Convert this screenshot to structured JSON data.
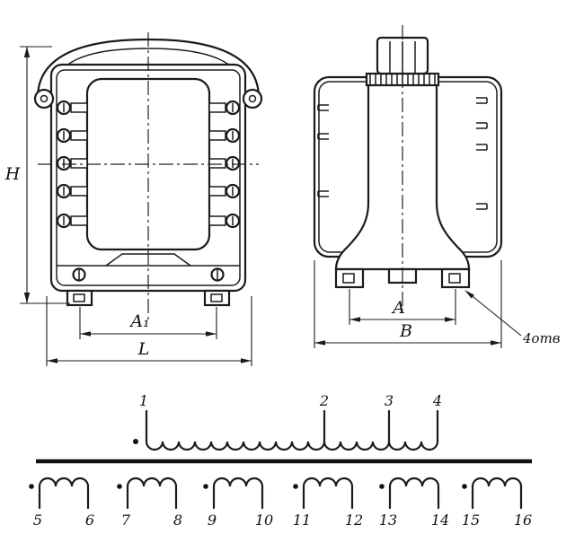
{
  "drawing": {
    "front_view": {
      "height_label": "H",
      "hole_spacing_label": "A₁",
      "width_label": "L"
    },
    "side_view": {
      "foot_spacing_label": "A",
      "width_label": "B",
      "holes_note": "4отв"
    },
    "schematic": {
      "primary_terminals": [
        "1",
        "2",
        "3",
        "4"
      ],
      "secondary_terminals": [
        "5",
        "6",
        "7",
        "8",
        "9",
        "10",
        "11",
        "12",
        "13",
        "14",
        "15",
        "16"
      ]
    }
  }
}
